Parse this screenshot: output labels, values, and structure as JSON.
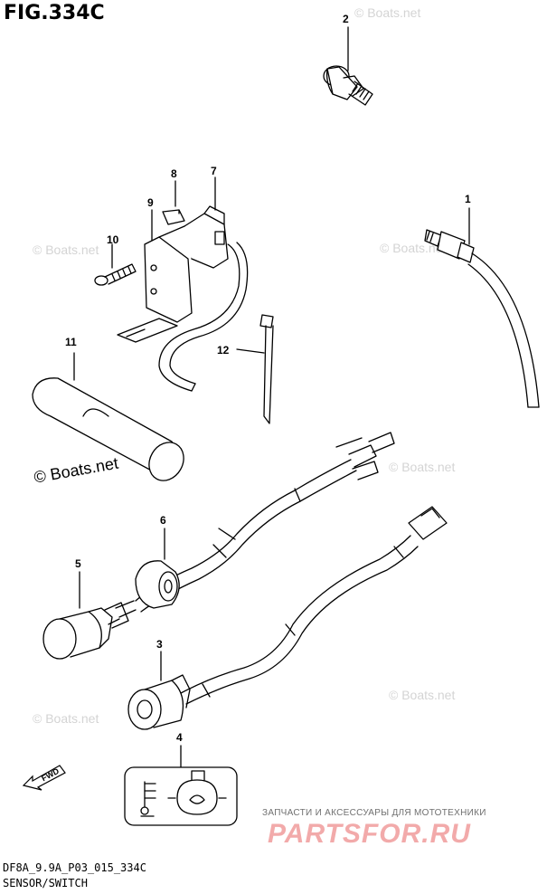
{
  "figure": {
    "title": "FIG.334C",
    "code": "DF8A_9.9A_P03_015_334C",
    "name": "SENSOR/SWITCH"
  },
  "watermark": {
    "text": "© Boats.net"
  },
  "shop": {
    "caption": "ЗАПЧАСТИ И АКСЕССУАРЫ ДЛЯ МОТОТЕХНИКИ",
    "logo": "PARTSFOR.RU"
  },
  "fwd_label": "FWD",
  "callouts": [
    "1",
    "2",
    "3",
    "4",
    "5",
    "6",
    "7",
    "8",
    "9",
    "10",
    "11",
    "12"
  ],
  "colors": {
    "line": "#000000",
    "shop_logo": "#f2aaaa",
    "watermark": "#d4d4d4"
  }
}
